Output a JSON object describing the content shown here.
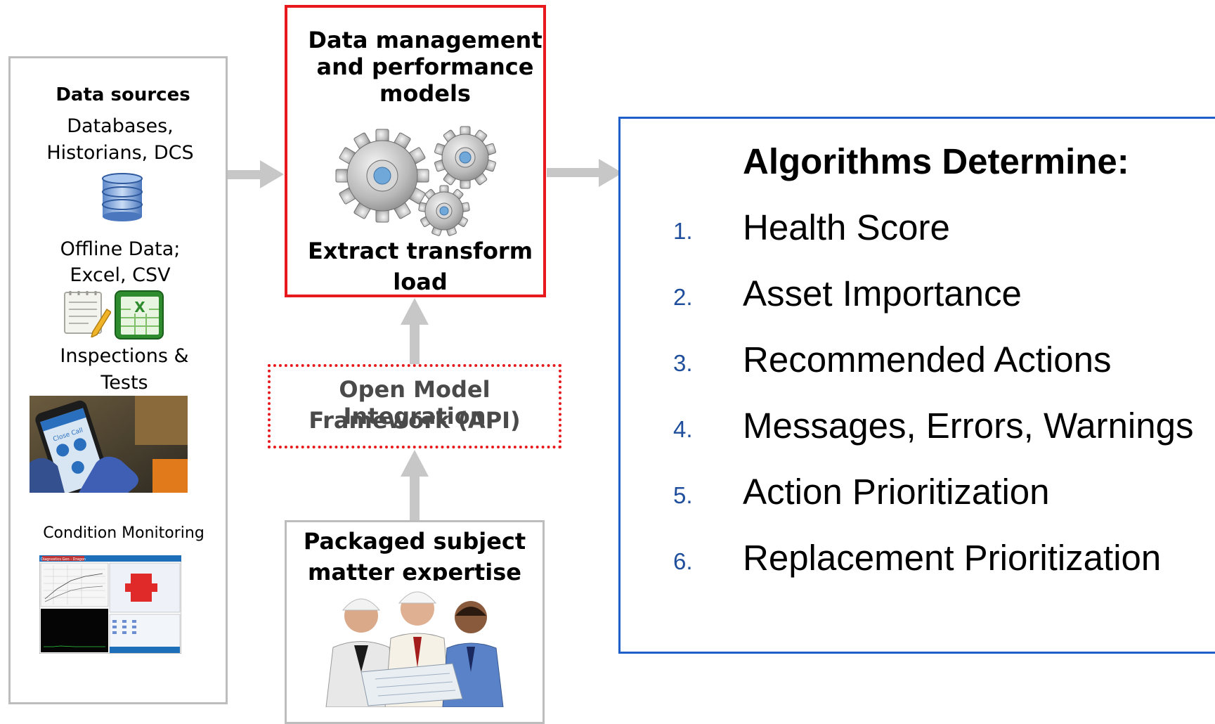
{
  "sources": {
    "heading": "Data sources",
    "databases_line1": "Databases,",
    "databases_line2": "Historians, DCS",
    "offline_line1": "Offline Data;",
    "offline_line2": "Excel,  CSV",
    "inspections_line1": "Inspections &",
    "inspections_line2": "Tests",
    "condition_monitoring": "Condition Monitoring",
    "phone_app_label": "Close Call",
    "monitor_title": "Diagnostics Gen - Dragon"
  },
  "data_management": {
    "line1": "Data management",
    "line2": "and performance",
    "line3": "models",
    "etl_line1": "Extract transform",
    "etl_line2": "load"
  },
  "api": {
    "line1": "Open Model Integration",
    "line2": "Framework (API)"
  },
  "expertise": {
    "line1": "Packaged subject",
    "line2": "matter expertise"
  },
  "algorithms": {
    "title": "Algorithms Determine:",
    "items": [
      {
        "num": "1.",
        "label": "Health Score"
      },
      {
        "num": "2.",
        "label": "Asset Importance"
      },
      {
        "num": "3.",
        "label": "Recommended Actions"
      },
      {
        "num": "4.",
        "label": "Messages, Errors, Warnings"
      },
      {
        "num": "5.",
        "label": "Action Prioritization"
      },
      {
        "num": "6.",
        "label": "Replacement Prioritization"
      }
    ]
  },
  "colors": {
    "accent_red": "#e8191c",
    "accent_blue": "#1f5fc9",
    "border_gray": "#bdbdbd",
    "arrow_gray": "#c7c7c7",
    "list_number_blue": "#1f4e9c"
  }
}
